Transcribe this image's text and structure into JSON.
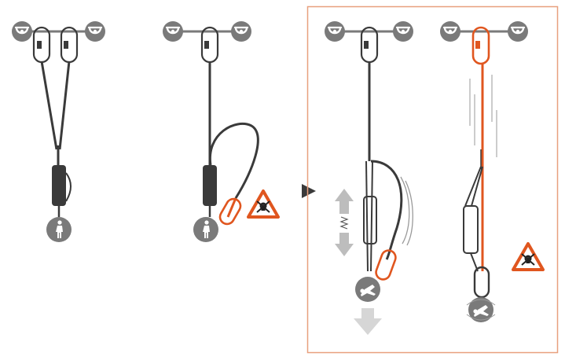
{
  "title": "",
  "panels": [
    {
      "id": "panel-1",
      "state": "correct",
      "description_icon": "person-standing-icon"
    },
    {
      "id": "panel-2",
      "state": "incorrect",
      "description_icon": "person-standing-icon",
      "warning": "danger-skull-icon"
    },
    {
      "id": "panel-3",
      "state": "fall",
      "description_icon": "person-falling-icon"
    },
    {
      "id": "panel-4",
      "state": "fall-arrested-danger",
      "description_icon": "person-falling-icon",
      "warning": "danger-skull-icon"
    }
  ],
  "colors": {
    "accent": "#e0561f",
    "icon_gray": "#7a7a7a",
    "rope": "#3a3a3a",
    "frame": "#e8a07e",
    "arrow_light": "#d6d6d6"
  },
  "icons": {
    "anchor": "anchor-bolt-icon",
    "carabiner": "carabiner-icon",
    "warning": "warning-triangle-icon",
    "next": "play-arrow-icon"
  }
}
